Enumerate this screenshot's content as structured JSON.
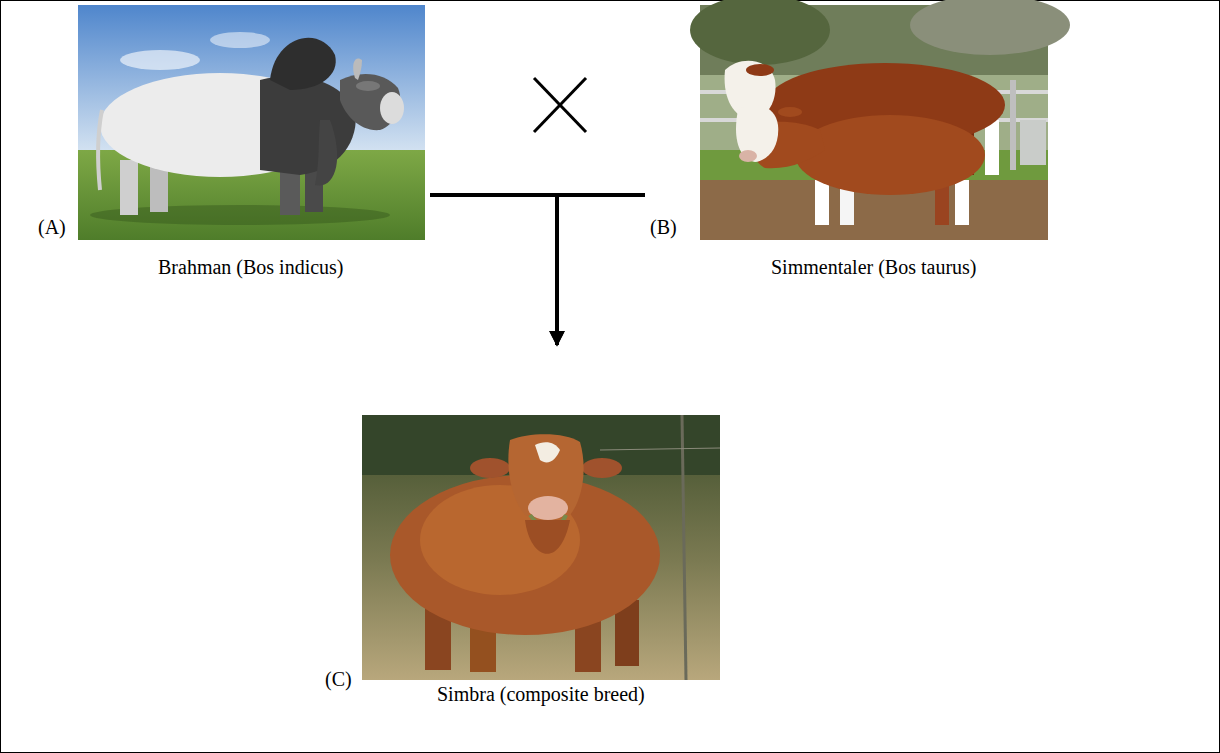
{
  "diagram": {
    "nodes": [
      {
        "text": [
          "(A)",
          "Brahman (Bos indicus)"
        ]
      },
      {
        "text": [
          "(B)",
          "Simmentaler (Bos taurus)"
        ]
      },
      {
        "text": [
          "(C)",
          "Simbra (composite breed)"
        ]
      }
    ],
    "edges": [
      {
        "from": 0,
        "to": 2,
        "arrow": "to"
      },
      {
        "from": 1,
        "to": 2,
        "arrow": "to"
      }
    ]
  }
}
